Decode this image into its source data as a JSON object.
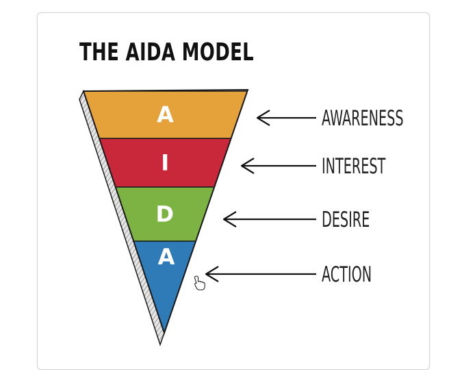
{
  "title": "THE AIDA MODEL",
  "stages": [
    {
      "letter": "A",
      "label": "AWARENESS",
      "color": "#E5A23A"
    },
    {
      "letter": "I",
      "label": "INTEREST",
      "color": "#C8283A"
    },
    {
      "letter": "D",
      "label": "DESIRE",
      "color": "#7CB342"
    },
    {
      "letter": "A",
      "label": "ACTION",
      "color": "#2E7BB8"
    }
  ],
  "colors": {
    "outline": "#1a1a1a",
    "side_face": "#cfcfcf",
    "arrow": "#111111"
  },
  "icons": [
    "hand-pointer-icon"
  ]
}
